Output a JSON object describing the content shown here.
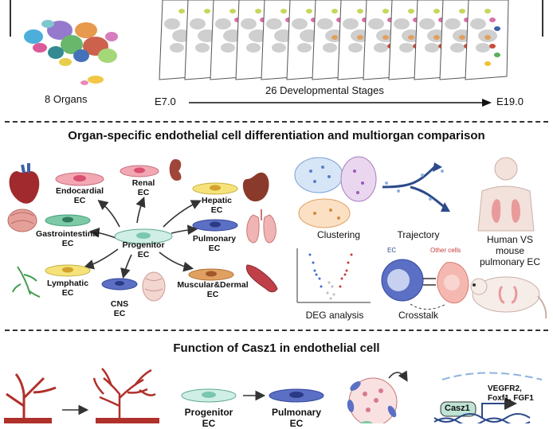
{
  "section1": {
    "organs_label": "8 Organs",
    "stages_label": "26 Developmental Stages",
    "start_stage": "E7.0",
    "end_stage": "E19.0"
  },
  "section2": {
    "title": "Organ-specific endothelial cell differentiation and multiorgan comparison",
    "progenitor": "Progenitor\nEC",
    "cells": {
      "endocardial": "Endocardial\nEC",
      "renal": "Renal\nEC",
      "hepatic": "Hepatic\nEC",
      "gastrointestinal": "Gastrointestinal\nEC",
      "pulmonary": "Pulmonary\nEC",
      "lymphatic": "Lymphatic\nEC",
      "cns": "CNS\nEC",
      "muscular_dermal": "Muscular&Dermal\nEC"
    },
    "analyses": {
      "clustering": "Clustering",
      "trajectory": "Trajectory",
      "deg": "DEG analysis",
      "crosstalk": "Crosstalk",
      "human_vs_mouse": "Human VS\nmouse\npulmonary EC",
      "ec_tag": "EC",
      "other_cells_tag": "Other cells"
    }
  },
  "section3": {
    "title": "Function of Casz1 in endothelial cell",
    "progenitor": "Progenitor\nEC",
    "pulmonary": "Pulmonary\nEC",
    "casz1": "Casz1",
    "targets": "VEGFR2,\nFoxf1, FGF1"
  },
  "colors": {
    "pink_cell": "#f2a7b3",
    "green_cell": "#7ec9a6",
    "yellow_cell": "#f5e27a",
    "blue_cell": "#5b6fc4",
    "orange_cell": "#e0a060",
    "progenitor_cell": "#cfeee5",
    "arrow": "#333333",
    "vessel_red": "#b0302a"
  }
}
